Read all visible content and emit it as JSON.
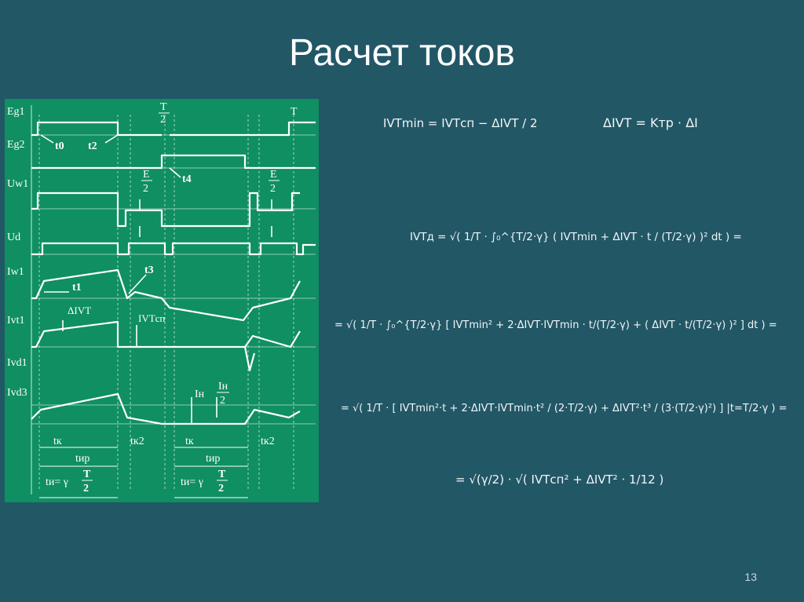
{
  "slide": {
    "title": "Расчет токов",
    "page_number": "13"
  },
  "diagram": {
    "labels": {
      "eg1": "Eg1",
      "eg2": "Eg2",
      "uw1": "Uw1",
      "ud": "Ud",
      "iw1": "Iw1",
      "ivt1": "Ivt1",
      "ivd1": "Ivd1",
      "ivd3": "Ivd3",
      "t0": "t0",
      "t2": "t2",
      "t4": "t4",
      "t1": "t1",
      "t3": "t3",
      "T": "T",
      "T_num": "T",
      "T_den": "2",
      "E_num": "E",
      "E_den": "2",
      "E2_num": "E",
      "E2_den": "2",
      "delta_ivt": "ΔIVT",
      "ivt_sp": "IVTсп",
      "in_left": "Iн",
      "in_frac_num": "Iн",
      "in_frac_den": "2",
      "tk": "tк",
      "tk2": "tк2",
      "tk_b": "tк",
      "tk2_b": "tк2",
      "tir": "tир",
      "tir_b": "tир",
      "ti_lhs": "tи= γ",
      "ti_num": "T",
      "ti_den": "2",
      "ti_lhs_b": "tи= γ",
      "ti_num_b": "T",
      "ti_den_b": "2"
    }
  },
  "formulas": {
    "f1": "IVTmin = IVTсп − ΔIVT / 2",
    "f2": "ΔIVT = Kтр · ΔI",
    "f3": "IVTд = √( 1/T · ∫₀^{T/2·γ} ( IVTmin + ΔIVT · t / (T/2·γ) )² dt ) =",
    "f4": "= √( 1/T · ∫₀^{T/2·γ} [ IVTmin² + 2·ΔIVT·IVTmin · t/(T/2·γ) + ( ΔIVT · t/(T/2·γ) )² ] dt ) =",
    "f5": "= √( 1/T · [ IVTmin²·t + 2·ΔIVT·IVTmin·t² / (2·T/2·γ) + ΔIVT²·t³ / (3·(T/2·γ)²) ] |t=T/2·γ ) =",
    "f6": "= √(γ/2) · √( IVTсп² + ΔIVT² · 1/12 )"
  }
}
